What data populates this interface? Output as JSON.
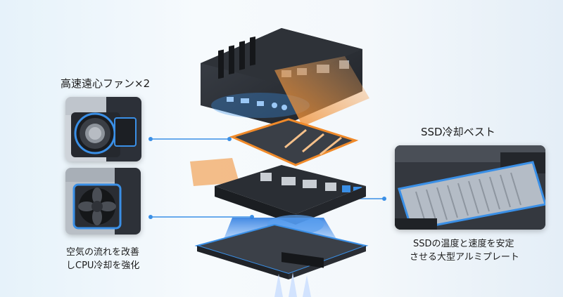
{
  "labels": {
    "fan_title": "高速遠心ファン×2",
    "airflow_line1": "空気の流れを改善",
    "airflow_line2": "しCPU冷却を強化",
    "ssd_title": "SSD冷却ベスト",
    "ssd_line1": "SSDの温度と速度を安定",
    "ssd_line2": "させる大型アルミプレート"
  },
  "colors": {
    "accent_blue": "#3a8fe6",
    "accent_orange": "#f08a2a",
    "chassis": "#2b2f36"
  },
  "icons": {
    "fan_photo": "centrifugal-fan-image",
    "cpu_fan_photo": "cpu-fan-image",
    "ssd_photo": "ssd-heatsink-image",
    "exploded_view": "mini-pc-exploded-view-image"
  }
}
